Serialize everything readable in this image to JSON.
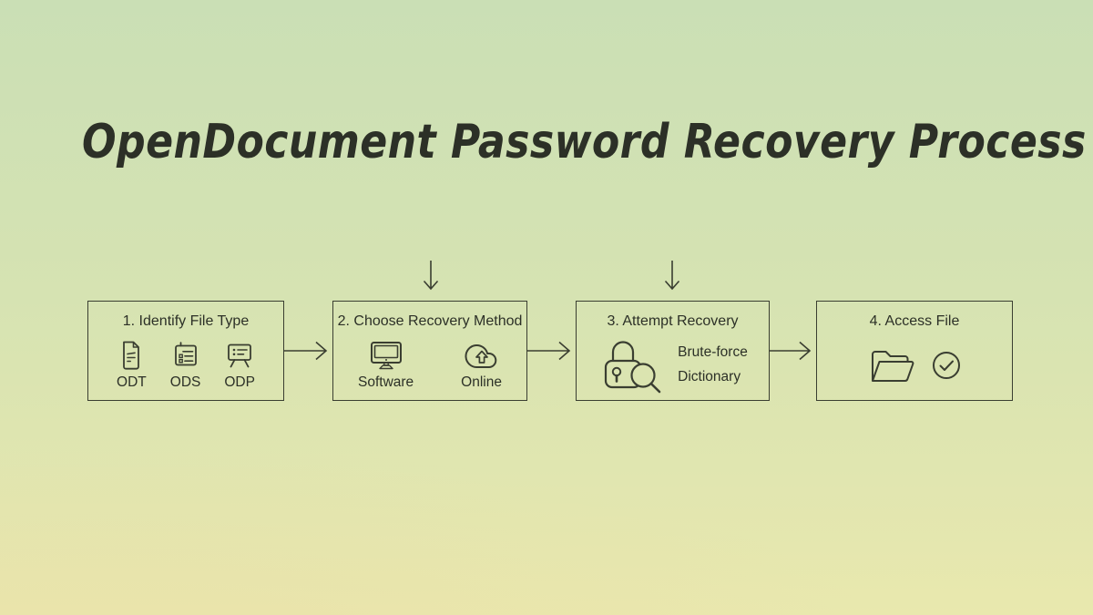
{
  "title": "OpenDocument Password Recovery Process",
  "colors": {
    "background_top": "#cadfb5",
    "background_bottom": "#e9e8ae",
    "stroke": "#3a3e31",
    "text": "#2c3027"
  },
  "steps": [
    {
      "label": "1. Identify File Type",
      "items": [
        {
          "label": "ODT",
          "icon": "odt-document-icon"
        },
        {
          "label": "ODS",
          "icon": "ods-spreadsheet-icon"
        },
        {
          "label": "ODP",
          "icon": "odp-presentation-icon"
        }
      ]
    },
    {
      "label": "2. Choose Recovery Method",
      "items": [
        {
          "label": "Software",
          "icon": "software-monitor-icon"
        },
        {
          "label": "Online",
          "icon": "online-cloud-upload-icon"
        }
      ]
    },
    {
      "label": "3. Attempt Recovery",
      "icon": "lock-magnifier-icon",
      "methods": [
        "Brute-force",
        "Dictionary"
      ]
    },
    {
      "label": "4. Access File",
      "icons": [
        "open-folder-icon",
        "check-circle-icon"
      ]
    }
  ]
}
